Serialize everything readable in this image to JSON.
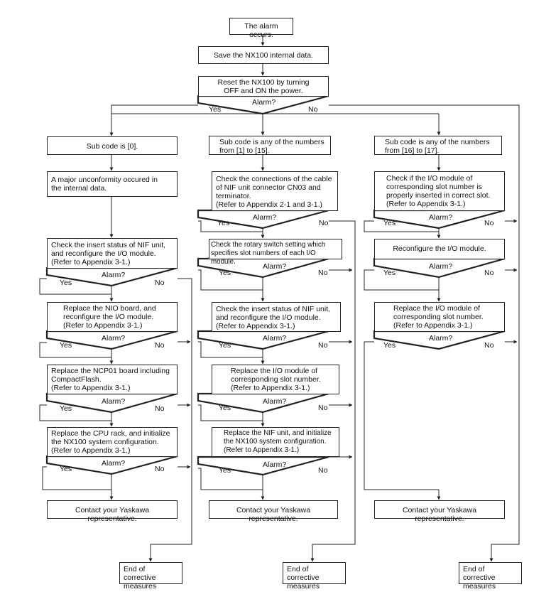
{
  "top": {
    "start": "The alarm occurs.",
    "save": "Save the NX100 internal data.",
    "reset": "Reset the NX100 by turning\nOFF and ON the power.",
    "alarm": "Alarm?",
    "yes": "Yes",
    "no": "No"
  },
  "left": {
    "subcode": "Sub code is [0].",
    "major": "A major unconformity occured in\nthe internal data.",
    "step1": "Check the insert status of NIF unit,\nand reconfigure the I/O module.\n(Refer to Appendix 3-1.)",
    "step2": "Replace the NIO board, and\nreconfigure the I/O module.\n(Refer to Appendix 3-1.)",
    "step3": "Replace the NCP01 board including\nCompactFlash.\n(Refer to Appendix 3-1.)",
    "step4": "Replace the CPU rack, and initialize\nthe NX100 system configuration.\n(Refer to Appendix 3-1.)",
    "contact": "Contact your Yaskawa representative.",
    "end": "End of corrective\nmeasures"
  },
  "middle": {
    "subcode": "Sub code is any of the numbers\nfrom [1] to [15].",
    "step1": "Check the connections of the cable\nof NIF unit connector CN03 and\nterminator.\n(Refer to Appendix 2-1 and 3-1.)",
    "step2": "Check the rotary switch setting which\nspecifies slot numbers of each I/O module.",
    "step3": "Check the insert status of NIF unit,\nand reconfigure the I/O module.\n(Refer to Appendix 3-1.)",
    "step4": "Replace the I/O module of\ncorresponding slot number.\n(Refer to Appendix 3-1.)",
    "step5": "Replace the NIF unit, and initialize\nthe NX100 system configuration.\n(Refer to Appendix 3-1.)",
    "contact": "Contact your Yaskawa representative.",
    "end": "End of corrective\nmeasures"
  },
  "right": {
    "subcode": "Sub code is any of the numbers\nfrom [16] to [17].",
    "step1": "Check if the I/O module of\ncorresponding slot number is\nproperly inserted in correct slot.\n(Refer to Appendix 3-1.)",
    "step2": "Reconfigure the I/O module.",
    "step3": "Replace the I/O module of\ncorresponding slot number.\n(Refer to Appendix 3-1.)",
    "contact": "Contact your Yaskawa representative.",
    "end": "End of corrective\nmeasures"
  }
}
